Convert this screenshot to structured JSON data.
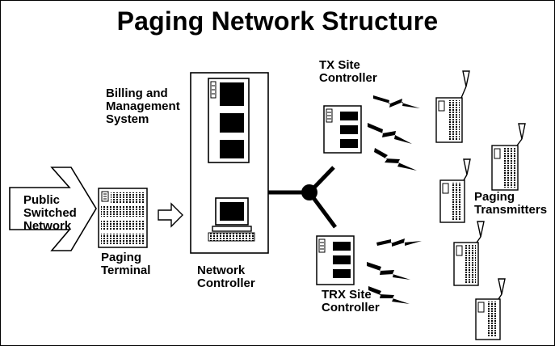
{
  "title": "Paging Network Structure",
  "labels": {
    "billing_line1": "Billing and",
    "billing_line2": "Management",
    "billing_line3": "System",
    "tx_line1": "TX Site",
    "tx_line2": "Controller",
    "pstn_line1": "Public",
    "pstn_line2": "Switched",
    "pstn_line3": "Network",
    "terminal_line1": "Paging",
    "terminal_line2": "Terminal",
    "netctl_line1": "Network",
    "netctl_line2": "Controller",
    "trx_line1": "TRX Site",
    "trx_line2": "Controller",
    "transmitters_line1": "Paging",
    "transmitters_line2": "Transmitters"
  }
}
